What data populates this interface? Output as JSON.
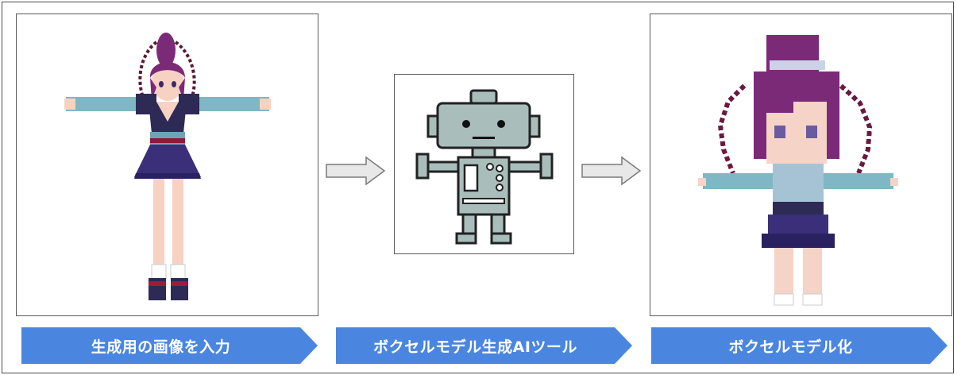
{
  "diagram": {
    "steps": [
      {
        "label": "生成用の画像を入力",
        "illustration": "anime-character-3d-model"
      },
      {
        "label": "ボクセルモデル生成AIツール",
        "illustration": "robot-icon"
      },
      {
        "label": "ボクセルモデル化",
        "illustration": "voxel-character-model"
      }
    ],
    "colors": {
      "banner": "#4a86e0",
      "arrow_fill": "#e8e8e8",
      "arrow_stroke": "#7a7a7a",
      "robot_fill": "#a9bdbb",
      "robot_stroke": "#222222"
    }
  }
}
